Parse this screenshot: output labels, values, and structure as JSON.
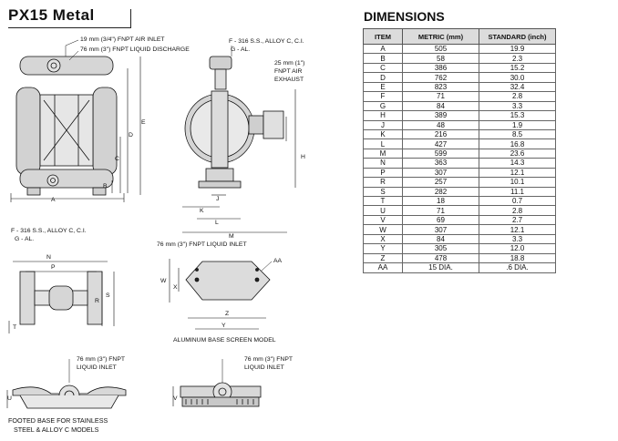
{
  "title": "PX15 Metal",
  "dimensions": {
    "heading": "DIMENSIONS",
    "columns": [
      "ITEM",
      "METRIC (mm)",
      "STANDARD (inch)"
    ],
    "rows": [
      [
        "A",
        "505",
        "19.9"
      ],
      [
        "B",
        "58",
        "2.3"
      ],
      [
        "C",
        "386",
        "15.2"
      ],
      [
        "D",
        "762",
        "30.0"
      ],
      [
        "E",
        "823",
        "32.4"
      ],
      [
        "F",
        "71",
        "2.8"
      ],
      [
        "G",
        "84",
        "3.3"
      ],
      [
        "H",
        "389",
        "15.3"
      ],
      [
        "J",
        "48",
        "1.9"
      ],
      [
        "K",
        "216",
        "8.5"
      ],
      [
        "L",
        "427",
        "16.8"
      ],
      [
        "M",
        "599",
        "23.6"
      ],
      [
        "N",
        "363",
        "14.3"
      ],
      [
        "P",
        "307",
        "12.1"
      ],
      [
        "R",
        "257",
        "10.1"
      ],
      [
        "S",
        "282",
        "11.1"
      ],
      [
        "T",
        "18",
        "0.7"
      ],
      [
        "U",
        "71",
        "2.8"
      ],
      [
        "V",
        "69",
        "2.7"
      ],
      [
        "W",
        "307",
        "12.1"
      ],
      [
        "X",
        "84",
        "3.3"
      ],
      [
        "Y",
        "305",
        "12.0"
      ],
      [
        "Z",
        "478",
        "18.8"
      ],
      [
        "AA",
        "15 DIA.",
        ".6 DIA."
      ]
    ]
  },
  "callouts": {
    "air_inlet": "19 mm (3/4\") FNPT AIR INLET",
    "liquid_discharge": "76 mm (3\") FNPT LIQUID DISCHARGE",
    "material_side_1": "F - 316 S.S., ALLOY C, C.I.",
    "material_side_2": "G - AL.",
    "exhaust_1": "25 mm (1\")",
    "exhaust_2": "FNPT AIR",
    "exhaust_3": "EXHAUST",
    "liquid_inlet_side": "76 mm (3\") FNPT LIQUID INLET",
    "material_base_1": "F - 316 S.S., ALLOY C, C.I.",
    "material_base_2": "G - AL.",
    "base_screen_caption": "ALUMINUM BASE SCREEN MODEL",
    "footed_inlet_1": "76 mm (3\") FNPT",
    "footed_inlet_2": "LIQUID INLET",
    "screen_inlet_1": "76 mm (3\") FNPT",
    "screen_inlet_2": "LIQUID INLET",
    "footed_caption_1": "FOOTED BASE FOR STAINLESS",
    "footed_caption_2": "STEEL & ALLOY C MODELS"
  },
  "dim_letters": {
    "a": "A",
    "b": "B",
    "c": "C",
    "d": "D",
    "e": "E",
    "f": "F",
    "g": "G",
    "h": "H",
    "j": "J",
    "k": "K",
    "l": "L",
    "m": "M",
    "n": "N",
    "p": "P",
    "r": "R",
    "s": "S",
    "t": "T",
    "u": "U",
    "v": "V",
    "w": "W",
    "x": "X",
    "y": "Y",
    "z": "Z",
    "aa": "AA"
  }
}
